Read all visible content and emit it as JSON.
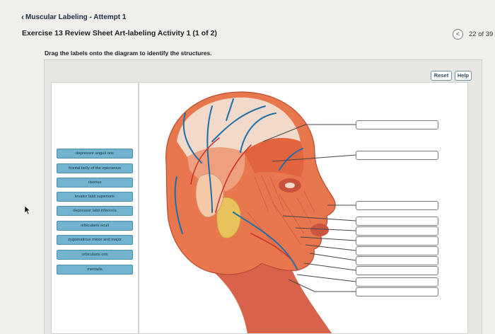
{
  "header": {
    "back_label": "Muscular Labeling - Attempt 1",
    "exercise_title": "Exercise 13 Review Sheet Art-labeling Activity 1 (1 of 2)",
    "page_count": "22 of 39"
  },
  "instruction": "Drag the labels onto the diagram to identify the structures.",
  "toolbar": {
    "reset_label": "Reset",
    "help_label": "Help"
  },
  "labels": [
    "depressor anguli oris",
    "frontal belly of the epicranius",
    "risorius",
    "levator labii superioris",
    "depressor labii inferioris",
    "orbicularis oculi",
    "zygomaticus minor and major",
    "orbicularis oris",
    "mentalis"
  ],
  "colors": {
    "label_chip": "#72b4cf",
    "muscle": "#e8774e",
    "vein": "#1e6fa8"
  }
}
